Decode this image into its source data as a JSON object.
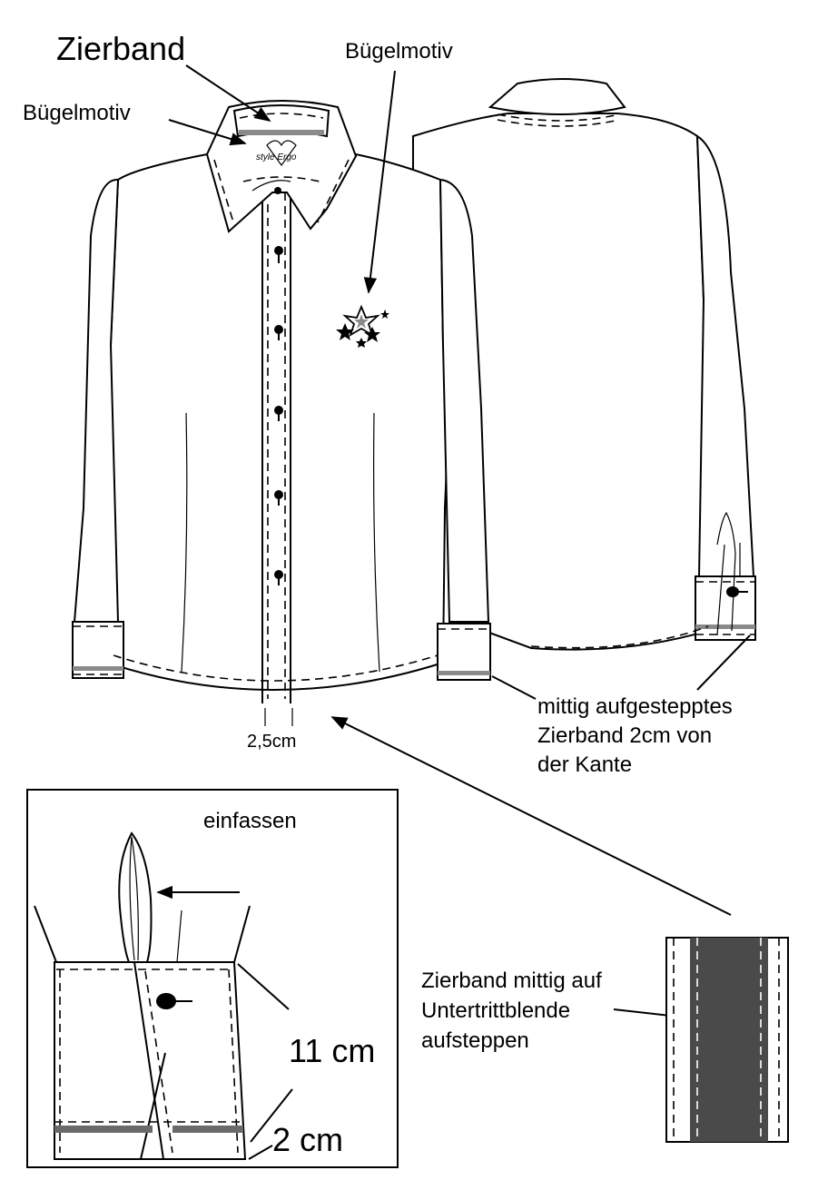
{
  "labels": {
    "zierband_title": "Zierband",
    "buegelmotiv_collar": "Bügelmotiv",
    "buegelmotiv_chest": "Bügelmotiv",
    "brand_text": "style Ergo",
    "placket_width": "2,5cm",
    "cuff_note_line1": "mittig aufgestepptes",
    "cuff_note_line2": "Zierband 2cm von",
    "cuff_note_line3": "der Kante",
    "inset_title": "einfassen",
    "inset_height": "11 cm",
    "inset_band": "2 cm",
    "placket_note_line1": "Zierband mittig auf",
    "placket_note_line2": "Untertrittblende",
    "placket_note_line3": "aufsteppen"
  },
  "colors": {
    "line": "#000000",
    "band_dark": "#4a4a4a",
    "band_gray": "#8a8a8a",
    "background": "#ffffff"
  }
}
